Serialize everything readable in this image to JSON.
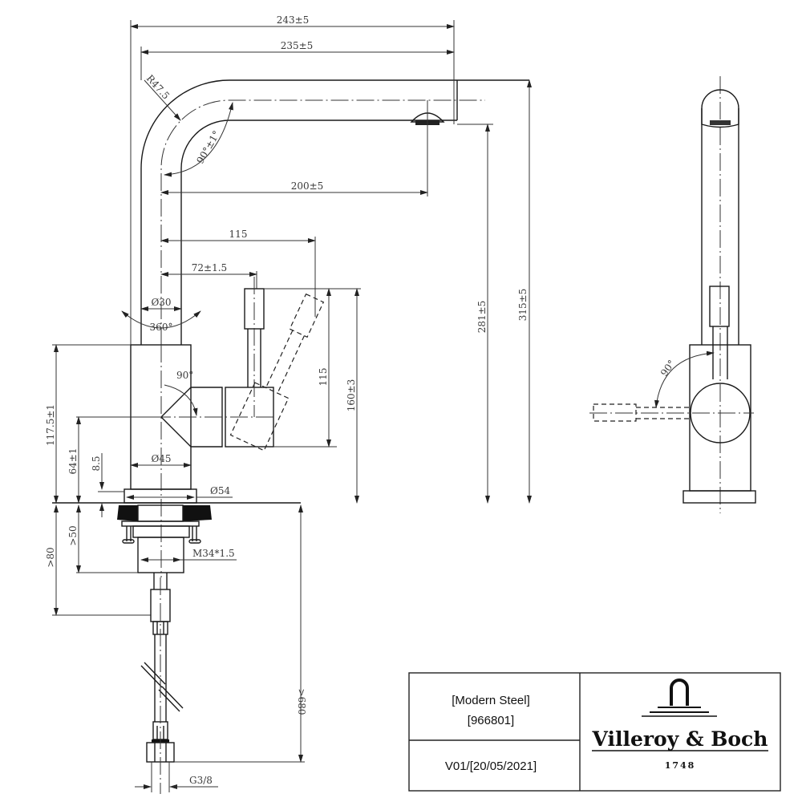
{
  "drawing": {
    "dimensions": {
      "overall_reach": "243±5",
      "spout_reach": "235±5",
      "bend_radius": "R47.5",
      "bend_angle": "90°±1°",
      "outlet_to_axis": "200±5",
      "lever_tip_offset": "115",
      "lever_offset": "72±1.5",
      "spout_diameter": "Ø30",
      "swivel_angle": "360°",
      "body_lever_angle": "90°",
      "body_height": "117.5±1",
      "lever_axis_height": "64±1",
      "base_ring_height": "8.5",
      "body_diameter": "Ø45",
      "base_diameter": "Ø54",
      "lever_length": "115",
      "lever_top_height": "160±3",
      "outlet_height": "281±5",
      "total_height": "315±5",
      "thread_length_min": ">50",
      "below_deck_min": ">80",
      "thread_size": "M34*1.5",
      "hose_length_min": ">680",
      "hose_connection": "G3/8",
      "side_lever_angle": "90°"
    }
  },
  "title_block": {
    "product_name": "[Modern Steel]",
    "article_number": "[966801]",
    "version": "V01/[20/05/2021]",
    "brand": "Villeroy & Boch",
    "brand_year": "1748"
  }
}
